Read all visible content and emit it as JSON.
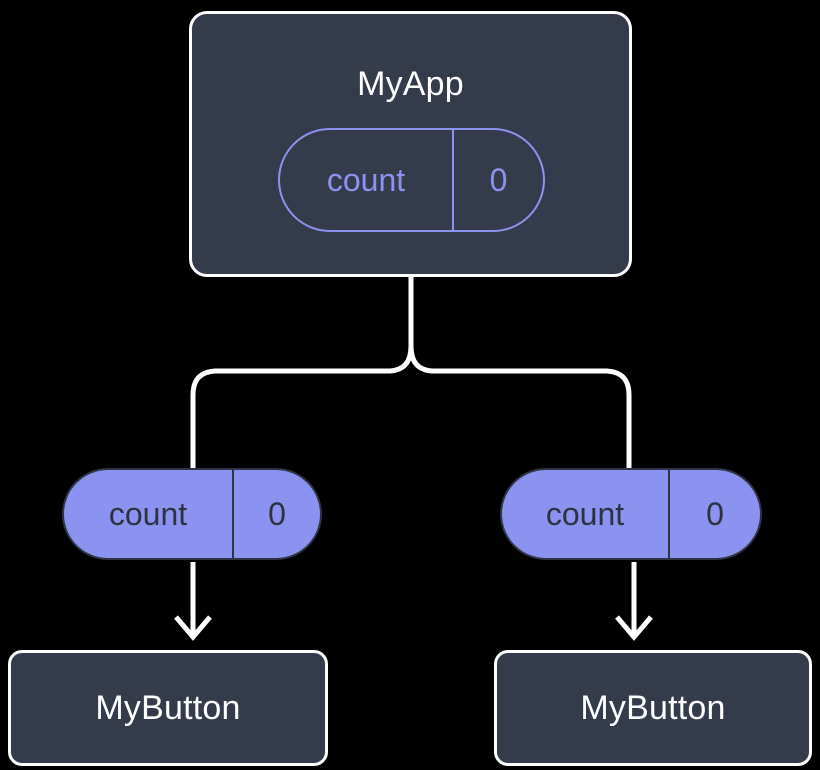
{
  "diagram": {
    "type": "component-state-tree",
    "background_color": "#000000",
    "palette": {
      "node_fill": "#343b4a",
      "node_border": "#ffffff",
      "accent": "#8b93f0",
      "edge": "#ffffff",
      "pill_text_dark": "#2c3242"
    },
    "root": {
      "title": "MyApp",
      "state": {
        "key": "count",
        "value": "0"
      }
    },
    "children": [
      {
        "title": "MyButton",
        "prop": {
          "key": "count",
          "value": "0"
        }
      },
      {
        "title": "MyButton",
        "prop": {
          "key": "count",
          "value": "0"
        }
      }
    ],
    "edges": [
      {
        "from": "MyApp",
        "to": "left-count-prop",
        "style": "orthogonal-rounded"
      },
      {
        "from": "MyApp",
        "to": "right-count-prop",
        "style": "orthogonal-rounded"
      },
      {
        "from": "left-count-prop",
        "to": "MyButton-left",
        "style": "arrow-down"
      },
      {
        "from": "right-count-prop",
        "to": "MyButton-right",
        "style": "arrow-down"
      }
    ]
  }
}
